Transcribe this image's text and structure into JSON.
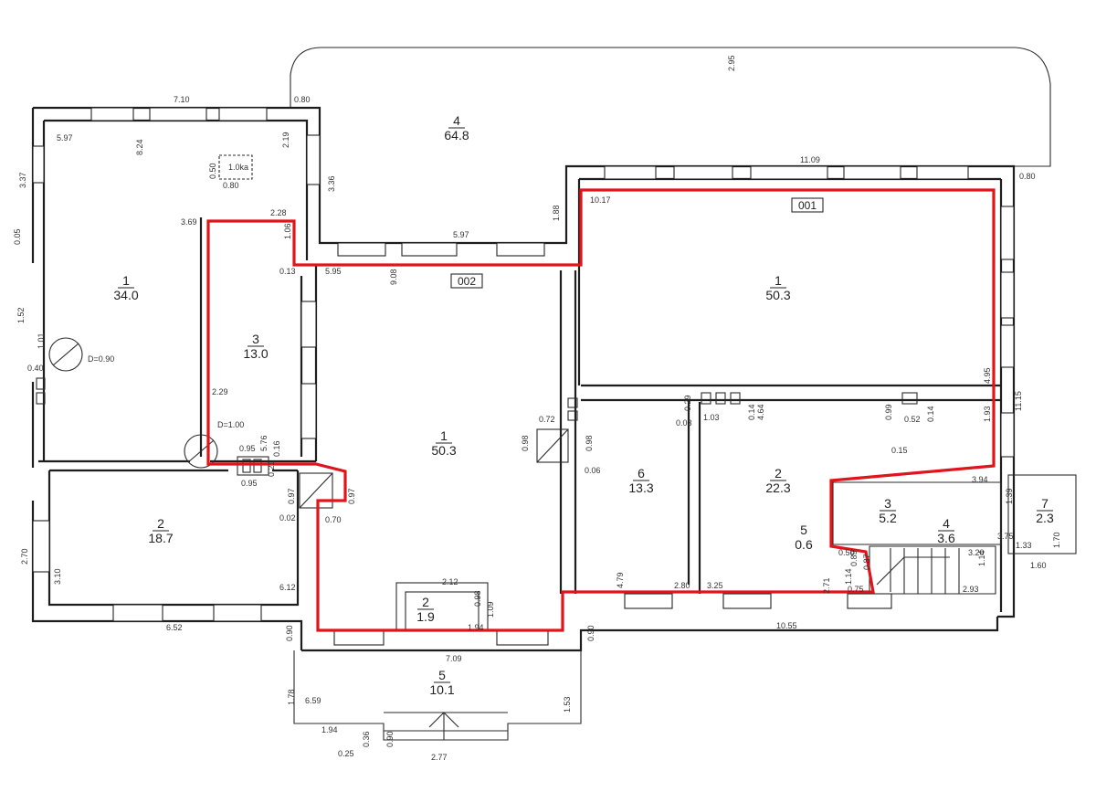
{
  "rooms": [
    {
      "id": "r-left-1",
      "number": "1",
      "area": "34.0"
    },
    {
      "id": "r-left-2",
      "number": "2",
      "area": "18.7"
    },
    {
      "id": "r-left-3",
      "number": "3",
      "area": "13.0"
    },
    {
      "id": "r-terrace-4",
      "number": "4",
      "area": "64.8"
    },
    {
      "id": "r-hall-1",
      "number": "1",
      "area": "50.3"
    },
    {
      "id": "r-wc-2",
      "number": "2",
      "area": "1.9"
    },
    {
      "id": "r-porch-5",
      "number": "5",
      "area": "10.1"
    },
    {
      "id": "r-right-1",
      "number": "1",
      "area": "50.3"
    },
    {
      "id": "r-right-6",
      "number": "6",
      "area": "13.3"
    },
    {
      "id": "r-right-2",
      "number": "2",
      "area": "22.3"
    },
    {
      "id": "r-right-3",
      "number": "3",
      "area": "5.2"
    },
    {
      "id": "r-right-4",
      "number": "4",
      "area": "3.6"
    },
    {
      "id": "r-right-5",
      "number": "5",
      "area": "0.6"
    },
    {
      "id": "r-right-7",
      "number": "7",
      "area": "2.3"
    }
  ],
  "tags": [
    "001",
    "002"
  ],
  "stoves": [
    "D=0.90",
    "D=1.00"
  ],
  "box_label": "1.0ka",
  "dims": [
    "7.10",
    "0.80",
    "2.95",
    "5.97",
    "8.24",
    "2.19",
    "3.37",
    "0.50",
    "0.80",
    "3.36",
    "2.28",
    "3.69",
    "1.06",
    "0.05",
    "0.13",
    "5.95",
    "9.08",
    "5.97",
    "1.88",
    "10.17",
    "11.09",
    "0.80",
    "1.52",
    "1.01",
    "0.40",
    "2.29",
    "0.95",
    "5.76",
    "0.16",
    "0.21",
    "0.95",
    "0.97",
    "0.02",
    "0.70",
    "0.97",
    "0.98",
    "0.72",
    "0.98",
    "0.06",
    "0.29",
    "0.03",
    "1.03",
    "0.14",
    "4.64",
    "0.99",
    "0.52",
    "0.14",
    "1.93",
    "4.95",
    "11.15",
    "0.15",
    "3.94",
    "1.39",
    "3.75",
    "1.33",
    "1.70",
    "1.60",
    "0.50",
    "0.89",
    "0.87",
    "1.14",
    "2.71",
    "0.75",
    "3.20",
    "1.14",
    "2.93",
    "4.79",
    "2.80",
    "3.25",
    "2.12",
    "0.98",
    "1.09",
    "1.94",
    "2.70",
    "3.10",
    "6.12",
    "6.52",
    "0.90",
    "0.90",
    "10.55",
    "7.09",
    "1.78",
    "6.59",
    "1.53",
    "1.94",
    "0.36",
    "0.90",
    "0.25",
    "2.77"
  ]
}
